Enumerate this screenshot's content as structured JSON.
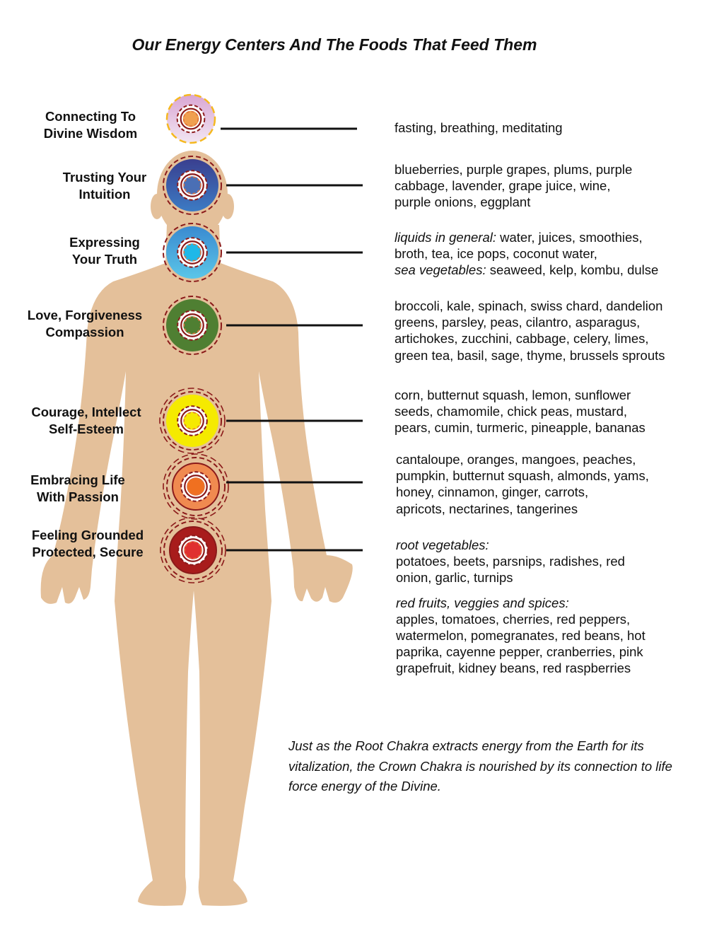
{
  "title": "Our Energy Centers And The Foods That Feed Them",
  "chakras": [
    {
      "id": "crown",
      "label": [
        "Connecting To",
        "Divine Wisdom"
      ],
      "colors": [
        "#d9a6d3",
        "#f2e6f2"
      ],
      "center": "#f0a050",
      "ring": "#f5b820",
      "foods": [
        [
          {
            "t": "fasting, breathing, meditating"
          }
        ]
      ]
    },
    {
      "id": "third-eye",
      "label": [
        "Trusting Your",
        "Intuition"
      ],
      "colors": [
        "#3a3f8f",
        "#3c7bc4"
      ],
      "center": "#4a6fb5",
      "ring": "#8b1a1a",
      "foods": [
        [
          {
            "t": "blueberries, purple grapes, plums, purple"
          }
        ],
        [
          {
            "t": "cabbage, lavender, grape juice, wine,"
          }
        ],
        [
          {
            "t": "purple onions, eggplant"
          }
        ]
      ]
    },
    {
      "id": "throat",
      "label": [
        "Expressing",
        "Your Truth"
      ],
      "colors": [
        "#3a8ad0",
        "#5bc6e8"
      ],
      "center": "#1fb8e8",
      "ring": "#8b1a1a",
      "foods": [
        [
          {
            "i": "liquids in general:",
            "t": " water, juices, smoothies,"
          }
        ],
        [
          {
            "t": "broth, tea, ice pops, coconut water,"
          }
        ],
        [
          {
            "i": "sea vegetables:",
            "t": " seaweed, kelp, kombu, dulse"
          }
        ]
      ]
    },
    {
      "id": "heart",
      "label": [
        "Love, Forgiveness",
        "Compassion"
      ],
      "colors": [
        "#4f7f32",
        "#4f7f32"
      ],
      "center": "#4f7f32",
      "ring": "#8b1a1a",
      "foods": [
        [
          {
            "t": "broccoli, kale, spinach, swiss chard, dandelion"
          }
        ],
        [
          {
            "t": "greens, parsley, peas, cilantro, asparagus,"
          }
        ],
        [
          {
            "t": "artichokes, zucchini, cabbage, celery, limes,"
          }
        ],
        [
          {
            "t": "green tea, basil, sage, thyme, brussels sprouts"
          }
        ]
      ]
    },
    {
      "id": "solar-plexus",
      "label": [
        "Courage, Intellect",
        "Self-Esteem"
      ],
      "colors": [
        "#f5ea00",
        "#f5ea00"
      ],
      "center": "#f5ea00",
      "ring": "#8b1a1a",
      "foods": [
        [
          {
            "t": "corn, butternut squash, lemon, sunflower"
          }
        ],
        [
          {
            "t": "seeds, chamomile, chick peas, mustard,"
          }
        ],
        [
          {
            "t": "pears, cumin, turmeric, pineapple, bananas"
          }
        ]
      ]
    },
    {
      "id": "sacral",
      "label": [
        "Embracing Life",
        "With Passion"
      ],
      "colors": [
        "#f08a50",
        "#f08a50"
      ],
      "center": "#f07020",
      "ring": "#8b1a1a",
      "foods": [
        [
          {
            "t": "cantaloupe, oranges, mangoes, peaches,"
          }
        ],
        [
          {
            "t": "pumpkin, butternut squash, almonds, yams,"
          }
        ],
        [
          {
            "t": "honey, cinnamon, ginger, carrots,"
          }
        ],
        [
          {
            "t": "apricots, nectarines, tangerines"
          }
        ]
      ]
    },
    {
      "id": "root",
      "label": [
        "Feeling Grounded",
        "Protected, Secure"
      ],
      "colors": [
        "#a81c1c",
        "#a81c1c"
      ],
      "center": "#e03030",
      "ring": "#8b1a1a",
      "foods": [
        [
          {
            "i": "root vegetables:"
          }
        ],
        [
          {
            "t": "potatoes, beets, parsnips, radishes, red"
          }
        ],
        [
          {
            "t": "onion, garlic, turnips"
          }
        ],
        [
          {
            "t": ""
          }
        ],
        [
          {
            "i": "red fruits, veggies and spices:"
          }
        ],
        [
          {
            "t": "apples, tomatoes, cherries, red peppers,"
          }
        ],
        [
          {
            "t": "watermelon, pomegranates, red beans, hot"
          }
        ],
        [
          {
            "t": "paprika, cayenne pepper, cranberries, pink"
          }
        ],
        [
          {
            "t": "grapefruit, kidney beans, red raspberries"
          }
        ]
      ]
    }
  ],
  "note": "Just as the Root Chakra extracts energy from the Earth for its vitalization, the Crown Chakra is nourished by its connection to life force energy of the Divine.",
  "colors": {
    "skin": "#e4c09a",
    "line": "#111111",
    "dash": "#8b1a1a"
  }
}
